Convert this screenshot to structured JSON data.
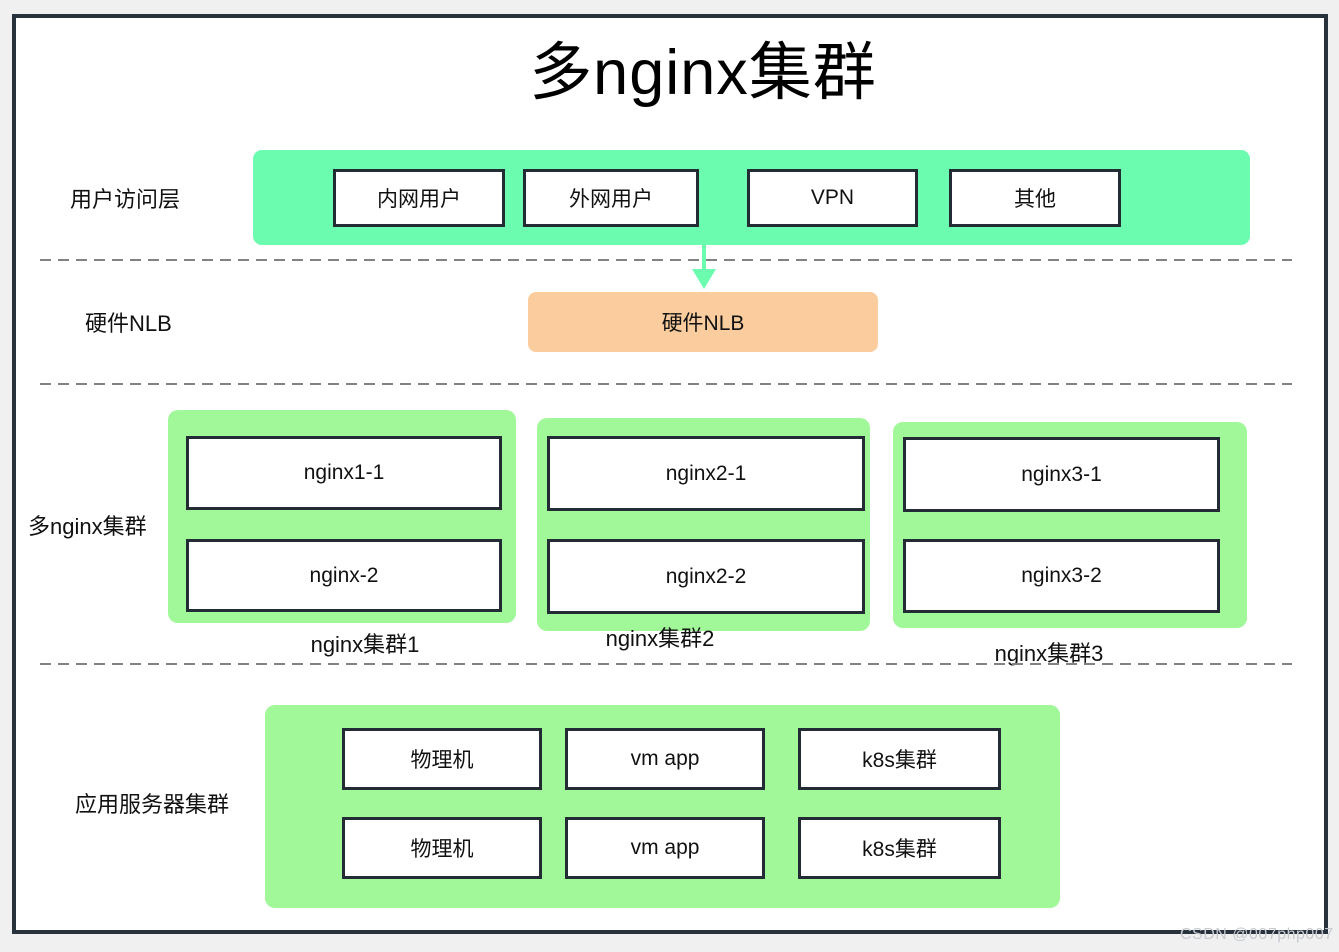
{
  "title": "多nginx集群",
  "watermark": "CSDN @007php007",
  "colors": {
    "band_green": "#6bfcb0",
    "cluster_green": "#a0f898",
    "nlb_orange": "#fbcd9e",
    "node_border": "#232b35",
    "frame_border": "#28323c",
    "divider_gray": "#828282"
  },
  "access_layer": {
    "label": "用户访问层",
    "nodes": [
      {
        "label": "内网用户"
      },
      {
        "label": "外网用户"
      },
      {
        "label": "VPN"
      },
      {
        "label": "其他"
      }
    ]
  },
  "nlb_layer": {
    "label": "硬件NLB",
    "node": "硬件NLB"
  },
  "nginx_layer": {
    "label": "多nginx集群",
    "clusters": [
      {
        "caption": "nginx集群1",
        "nodes": [
          "nginx1-1",
          "nginx-2"
        ]
      },
      {
        "caption": "nginx集群2",
        "nodes": [
          "nginx2-1",
          "nginx2-2"
        ]
      },
      {
        "caption": "nginx集群3",
        "nodes": [
          "nginx3-1",
          "nginx3-2"
        ]
      }
    ]
  },
  "app_layer": {
    "label": "应用服务器集群",
    "rows": [
      {
        "nodes": [
          "物理机",
          "vm app",
          "k8s集群"
        ]
      },
      {
        "nodes": [
          "物理机",
          "vm app",
          "k8s集群"
        ]
      }
    ]
  }
}
